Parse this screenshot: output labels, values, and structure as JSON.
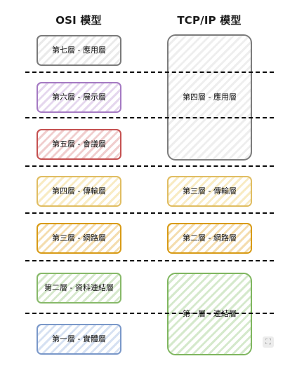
{
  "diagram": {
    "titles": {
      "osi": "OSI 模型",
      "tcp": "TCP/IP 模型"
    },
    "osi_layers": [
      "第七層 - 應用層",
      "第六層 - 展示層",
      "第五層 - 會議層",
      "第四層 - 傳輸層",
      "第三層 - 網路層",
      "第二層 - 資料連結層",
      "第一層 - 實體層"
    ],
    "tcp_layers": [
      "第四層 - 應用層",
      "第三層 - 傳輸層",
      "第二層 - 網路層",
      "第一層 - 連結層"
    ],
    "icons": {
      "corner": "expand-icon"
    }
  }
}
